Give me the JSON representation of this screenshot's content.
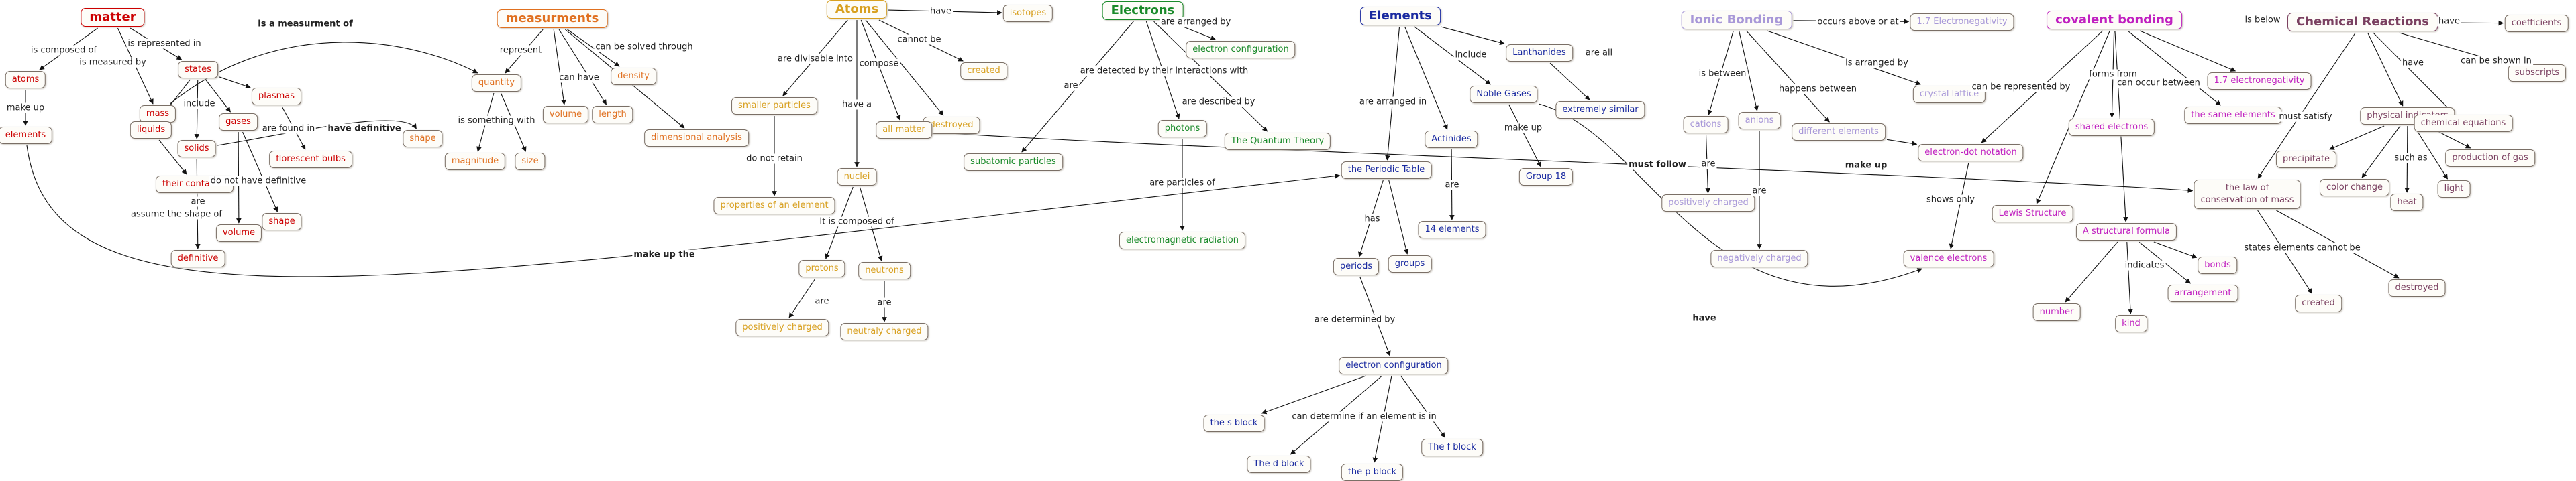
{
  "colors": {
    "matter": "#cc0000",
    "measurements": "#e07020",
    "atoms": "#d8a020",
    "electrons": "#1a8a2a",
    "elements": "#1a2aa0",
    "ionic": "#a898d8",
    "covalent": "#c020c0",
    "reactions": "#7a4060",
    "edge": "#111111"
  },
  "nodes": [
    {
      "id": "matter",
      "label": "matter",
      "g": "matter",
      "root": true
    },
    {
      "id": "atoms",
      "label": "atoms",
      "g": "matter"
    },
    {
      "id": "elements_m",
      "label": "elements",
      "g": "matter"
    },
    {
      "id": "mass",
      "label": "mass",
      "g": "matter"
    },
    {
      "id": "states",
      "label": "states",
      "g": "matter"
    },
    {
      "id": "liquids",
      "label": "liquids",
      "g": "matter"
    },
    {
      "id": "solids",
      "label": "solids",
      "g": "matter"
    },
    {
      "id": "gases",
      "label": "gases",
      "g": "matter"
    },
    {
      "id": "plasmas",
      "label": "plasmas",
      "g": "matter"
    },
    {
      "id": "fluorescent",
      "label": "florescent bulbs",
      "g": "matter"
    },
    {
      "id": "container",
      "label": "their container",
      "g": "matter"
    },
    {
      "id": "definitive",
      "label": "definitive",
      "g": "matter"
    },
    {
      "id": "volume_m",
      "label": "volume",
      "g": "matter"
    },
    {
      "id": "shape_m",
      "label": "shape",
      "g": "matter"
    },
    {
      "id": "measurements",
      "label": "measurments",
      "g": "measurements",
      "root": true
    },
    {
      "id": "quantity",
      "label": "quantity",
      "g": "measurements"
    },
    {
      "id": "density",
      "label": "density",
      "g": "measurements"
    },
    {
      "id": "volume_q",
      "label": "volume",
      "g": "measurements"
    },
    {
      "id": "length",
      "label": "length",
      "g": "measurements"
    },
    {
      "id": "shape_q",
      "label": "shape",
      "g": "measurements"
    },
    {
      "id": "magnitude",
      "label": "magnitude",
      "g": "measurements"
    },
    {
      "id": "size",
      "label": "size",
      "g": "measurements"
    },
    {
      "id": "dimensional",
      "label": "dimensional analysis",
      "g": "measurements"
    },
    {
      "id": "atoms_r",
      "label": "Atoms",
      "g": "atoms",
      "root": true
    },
    {
      "id": "isotopes",
      "label": "isotopes",
      "g": "atoms"
    },
    {
      "id": "created_a",
      "label": "created",
      "g": "atoms"
    },
    {
      "id": "destroyed_a",
      "label": "destroyed",
      "g": "atoms"
    },
    {
      "id": "smaller",
      "label": "smaller particles",
      "g": "atoms"
    },
    {
      "id": "allmatter",
      "label": "all matter",
      "g": "atoms"
    },
    {
      "id": "props",
      "label": "properties of an element",
      "g": "atoms"
    },
    {
      "id": "nuclei",
      "label": "nuclei",
      "g": "atoms"
    },
    {
      "id": "protons",
      "label": "protons",
      "g": "atoms"
    },
    {
      "id": "neutrons",
      "label": "neutrons",
      "g": "atoms"
    },
    {
      "id": "poscharged",
      "label": "positively charged",
      "g": "atoms"
    },
    {
      "id": "neutral",
      "label": "neutraly charged",
      "g": "atoms"
    },
    {
      "id": "electrons_r",
      "label": "Electrons",
      "g": "electrons",
      "root": true
    },
    {
      "id": "econfig_e",
      "label": "electron configuration",
      "g": "electrons"
    },
    {
      "id": "photons",
      "label": "photons",
      "g": "electrons"
    },
    {
      "id": "subatomic",
      "label": "subatomic particles",
      "g": "electrons"
    },
    {
      "id": "quantum",
      "label": "The Quantum Theory",
      "g": "electrons"
    },
    {
      "id": "emradiation",
      "label": "electromagnetic radiation",
      "g": "electrons"
    },
    {
      "id": "elements_r",
      "label": "Elements",
      "g": "elements",
      "root": true
    },
    {
      "id": "lanthanides",
      "label": "Lanthanides",
      "g": "elements"
    },
    {
      "id": "actinides",
      "label": "Actinides",
      "g": "elements"
    },
    {
      "id": "noblegases",
      "label": "Noble Gases",
      "g": "elements"
    },
    {
      "id": "extsimilar",
      "label": "extremely similar",
      "g": "elements"
    },
    {
      "id": "group18",
      "label": "Group 18",
      "g": "elements"
    },
    {
      "id": "fourteen",
      "label": "14 elements",
      "g": "elements"
    },
    {
      "id": "periodic",
      "label": "the Periodic Table",
      "g": "elements"
    },
    {
      "id": "periods",
      "label": "periods",
      "g": "elements"
    },
    {
      "id": "groups",
      "label": "groups",
      "g": "elements"
    },
    {
      "id": "econfig_l",
      "label": "electron configuration",
      "g": "elements"
    },
    {
      "id": "sblock",
      "label": "the s block",
      "g": "elements"
    },
    {
      "id": "dblock",
      "label": "The d block",
      "g": "elements"
    },
    {
      "id": "pblock",
      "label": "the p block",
      "g": "elements"
    },
    {
      "id": "fblock",
      "label": "The f block",
      "g": "elements"
    },
    {
      "id": "ionic",
      "label": "Ionic Bonding",
      "g": "ionic",
      "root": true
    },
    {
      "id": "en17",
      "label": "1.7 Electronegativity",
      "g": "ionic"
    },
    {
      "id": "cations",
      "label": "cations",
      "g": "ionic"
    },
    {
      "id": "anions",
      "label": "anions",
      "g": "ionic"
    },
    {
      "id": "diffelements",
      "label": "different elements",
      "g": "ionic"
    },
    {
      "id": "crystal",
      "label": "crystal lattice",
      "g": "ionic"
    },
    {
      "id": "poscharged_i",
      "label": "positively charged",
      "g": "ionic"
    },
    {
      "id": "negcharged",
      "label": "negatively charged",
      "g": "ionic"
    },
    {
      "id": "covalent",
      "label": "covalent bonding",
      "g": "covalent",
      "root": true
    },
    {
      "id": "en17b",
      "label": "1.7 electronegativity",
      "g": "covalent"
    },
    {
      "id": "shared",
      "label": "shared electrons",
      "g": "covalent"
    },
    {
      "id": "sameelements",
      "label": "the same elements",
      "g": "covalent"
    },
    {
      "id": "edot",
      "label": "electron-dot notation",
      "g": "covalent"
    },
    {
      "id": "lewis",
      "label": "Lewis Structure",
      "g": "covalent"
    },
    {
      "id": "structural",
      "label": "A structural formula",
      "g": "covalent"
    },
    {
      "id": "valence",
      "label": "valence electrons",
      "g": "covalent"
    },
    {
      "id": "bonds",
      "label": "bonds",
      "g": "covalent"
    },
    {
      "id": "number",
      "label": "number",
      "g": "covalent"
    },
    {
      "id": "kind",
      "label": "kind",
      "g": "covalent"
    },
    {
      "id": "arrangement",
      "label": "arrangement",
      "g": "covalent"
    },
    {
      "id": "reactions",
      "label": "Chemical Reactions",
      "g": "reactions",
      "root": true
    },
    {
      "id": "coefficients",
      "label": "coefficients",
      "g": "reactions"
    },
    {
      "id": "subscripts",
      "label": "subscripts",
      "g": "reactions"
    },
    {
      "id": "physind",
      "label": "physical indicators",
      "g": "reactions"
    },
    {
      "id": "cheq",
      "label": "chemical equations",
      "g": "reactions"
    },
    {
      "id": "conservation",
      "label": "the law of\nconservation of mass",
      "g": "reactions"
    },
    {
      "id": "precipitate",
      "label": "precipitate",
      "g": "reactions"
    },
    {
      "id": "gasprod",
      "label": "production of gas",
      "g": "reactions"
    },
    {
      "id": "colorchange",
      "label": "color change",
      "g": "reactions"
    },
    {
      "id": "heat",
      "label": "heat",
      "g": "reactions"
    },
    {
      "id": "light",
      "label": "light",
      "g": "reactions"
    },
    {
      "id": "created_r",
      "label": "created",
      "g": "reactions"
    },
    {
      "id": "destroyed_r",
      "label": "destroyed",
      "g": "reactions"
    }
  ],
  "edges": [
    {
      "from": "matter",
      "to": "atoms",
      "label": "is composed of"
    },
    {
      "from": "matter",
      "to": "mass",
      "label": "is measured by"
    },
    {
      "from": "matter",
      "to": "states",
      "label": "is represented in"
    },
    {
      "from": "atoms",
      "to": "elements_m",
      "label": "make up"
    },
    {
      "from": "states",
      "to": "liquids",
      "label": ""
    },
    {
      "from": "states",
      "to": "solids",
      "label": "include"
    },
    {
      "from": "states",
      "to": "gases",
      "label": ""
    },
    {
      "from": "states",
      "to": "plasmas",
      "label": ""
    },
    {
      "from": "plasmas",
      "to": "fluorescent",
      "label": "are found in"
    },
    {
      "from": "liquids",
      "to": "container",
      "label": "assume the shape of"
    },
    {
      "from": "solids",
      "to": "definitive",
      "label": "are"
    },
    {
      "from": "gases",
      "to": "volume_m",
      "label": ""
    },
    {
      "from": "gases",
      "to": "shape_m",
      "label": "do not have definitive"
    },
    {
      "from": "mass",
      "to": "quantity",
      "label": "is a measurment of",
      "bold": true
    },
    {
      "from": "solids",
      "to": "shape_q",
      "label": "have definitive",
      "bold": true
    },
    {
      "from": "elements_m",
      "to": "periodic",
      "label": "make up the",
      "bold": true
    },
    {
      "from": "measurements",
      "to": "quantity",
      "label": "represent"
    },
    {
      "from": "measurements",
      "to": "dimensional",
      "label": "can be solved through"
    },
    {
      "from": "measurements",
      "to": "volume_q",
      "label": "can have"
    },
    {
      "from": "measurements",
      "to": "density",
      "label": ""
    },
    {
      "from": "measurements",
      "to": "length",
      "label": ""
    },
    {
      "from": "quantity",
      "to": "magnitude",
      "label": "is something with"
    },
    {
      "from": "quantity",
      "to": "size",
      "label": ""
    },
    {
      "from": "atoms_r",
      "to": "isotopes",
      "label": "have"
    },
    {
      "from": "atoms_r",
      "to": "created_a",
      "label": "cannot be"
    },
    {
      "from": "atoms_r",
      "to": "destroyed_a",
      "label": ""
    },
    {
      "from": "atoms_r",
      "to": "smaller",
      "label": "are divisable into"
    },
    {
      "from": "atoms_r",
      "to": "allmatter",
      "label": "compose"
    },
    {
      "from": "atoms_r",
      "to": "nuclei",
      "label": "have a"
    },
    {
      "from": "smaller",
      "to": "props",
      "label": "do not retain"
    },
    {
      "from": "nuclei",
      "to": "protons",
      "label": "It is composed of"
    },
    {
      "from": "nuclei",
      "to": "neutrons",
      "label": ""
    },
    {
      "from": "protons",
      "to": "poscharged",
      "label": "are"
    },
    {
      "from": "neutrons",
      "to": "neutral",
      "label": "are"
    },
    {
      "from": "electrons_r",
      "to": "econfig_e",
      "label": "are arranged by"
    },
    {
      "from": "electrons_r",
      "to": "subatomic",
      "label": "are"
    },
    {
      "from": "electrons_r",
      "to": "photons",
      "label": "are detected by their interactions with"
    },
    {
      "from": "electrons_r",
      "to": "quantum",
      "label": "are described by"
    },
    {
      "from": "photons",
      "to": "emradiation",
      "label": "are particles of"
    },
    {
      "from": "elements_r",
      "to": "lanthanides",
      "label": "include"
    },
    {
      "from": "elements_r",
      "to": "actinides",
      "label": ""
    },
    {
      "from": "elements_r",
      "to": "noblegases",
      "label": ""
    },
    {
      "from": "elements_r",
      "to": "periodic",
      "label": "are arranged in"
    },
    {
      "from": "lanthanides",
      "to": "extsimilar",
      "label": "are all"
    },
    {
      "from": "noblegases",
      "to": "group18",
      "label": "make up"
    },
    {
      "from": "actinides",
      "to": "fourteen",
      "label": "are"
    },
    {
      "from": "periodic",
      "to": "periods",
      "label": "has"
    },
    {
      "from": "periodic",
      "to": "groups",
      "label": ""
    },
    {
      "from": "periods",
      "to": "econfig_l",
      "label": "are determined by"
    },
    {
      "from": "econfig_l",
      "to": "sblock",
      "label": "can determine if an element is in"
    },
    {
      "from": "econfig_l",
      "to": "dblock",
      "label": ""
    },
    {
      "from": "econfig_l",
      "to": "pblock",
      "label": ""
    },
    {
      "from": "econfig_l",
      "to": "fblock",
      "label": ""
    },
    {
      "from": "ionic",
      "to": "en17",
      "label": "occurs above or at"
    },
    {
      "from": "ionic",
      "to": "cations",
      "label": "is between"
    },
    {
      "from": "ionic",
      "to": "anions",
      "label": ""
    },
    {
      "from": "ionic",
      "to": "diffelements",
      "label": "happens between"
    },
    {
      "from": "ionic",
      "to": "crystal",
      "label": "is arranged by"
    },
    {
      "from": "cations",
      "to": "poscharged_i",
      "label": "are"
    },
    {
      "from": "anions",
      "to": "negcharged",
      "label": "are"
    },
    {
      "from": "covalent",
      "to": "en17b",
      "label": "is below"
    },
    {
      "from": "covalent",
      "to": "shared",
      "label": "forms from"
    },
    {
      "from": "covalent",
      "to": "sameelements",
      "label": "can occur between"
    },
    {
      "from": "covalent",
      "to": "edot",
      "label": "can be represented by"
    },
    {
      "from": "covalent",
      "to": "lewis",
      "label": ""
    },
    {
      "from": "covalent",
      "to": "structural",
      "label": ""
    },
    {
      "from": "edot",
      "to": "valence",
      "label": "shows only"
    },
    {
      "from": "structural",
      "to": "bonds",
      "label": "indicates"
    },
    {
      "from": "structural",
      "to": "number",
      "label": ""
    },
    {
      "from": "structural",
      "to": "kind",
      "label": ""
    },
    {
      "from": "structural",
      "to": "arrangement",
      "label": ""
    },
    {
      "from": "reactions",
      "to": "coefficients",
      "label": "have"
    },
    {
      "from": "reactions",
      "to": "subscripts",
      "label": "can be shown in"
    },
    {
      "from": "reactions",
      "to": "physind",
      "label": "have"
    },
    {
      "from": "reactions",
      "to": "cheq",
      "label": ""
    },
    {
      "from": "reactions",
      "to": "conservation",
      "label": "must satisfy"
    },
    {
      "from": "physind",
      "to": "precipitate",
      "label": "such as"
    },
    {
      "from": "physind",
      "to": "gasprod",
      "label": ""
    },
    {
      "from": "physind",
      "to": "colorchange",
      "label": ""
    },
    {
      "from": "physind",
      "to": "heat",
      "label": ""
    },
    {
      "from": "physind",
      "to": "light",
      "label": ""
    },
    {
      "from": "conservation",
      "to": "created_r",
      "label": "states elements cannot be"
    },
    {
      "from": "conservation",
      "to": "destroyed_r",
      "label": ""
    },
    {
      "from": "allmatter",
      "to": "conservation",
      "label": "must follow",
      "bold": true
    },
    {
      "from": "diffelements",
      "to": "edot",
      "label": "make up",
      "bold": true
    },
    {
      "from": "noblegases",
      "to": "valence",
      "label": "have",
      "bold": true
    }
  ]
}
